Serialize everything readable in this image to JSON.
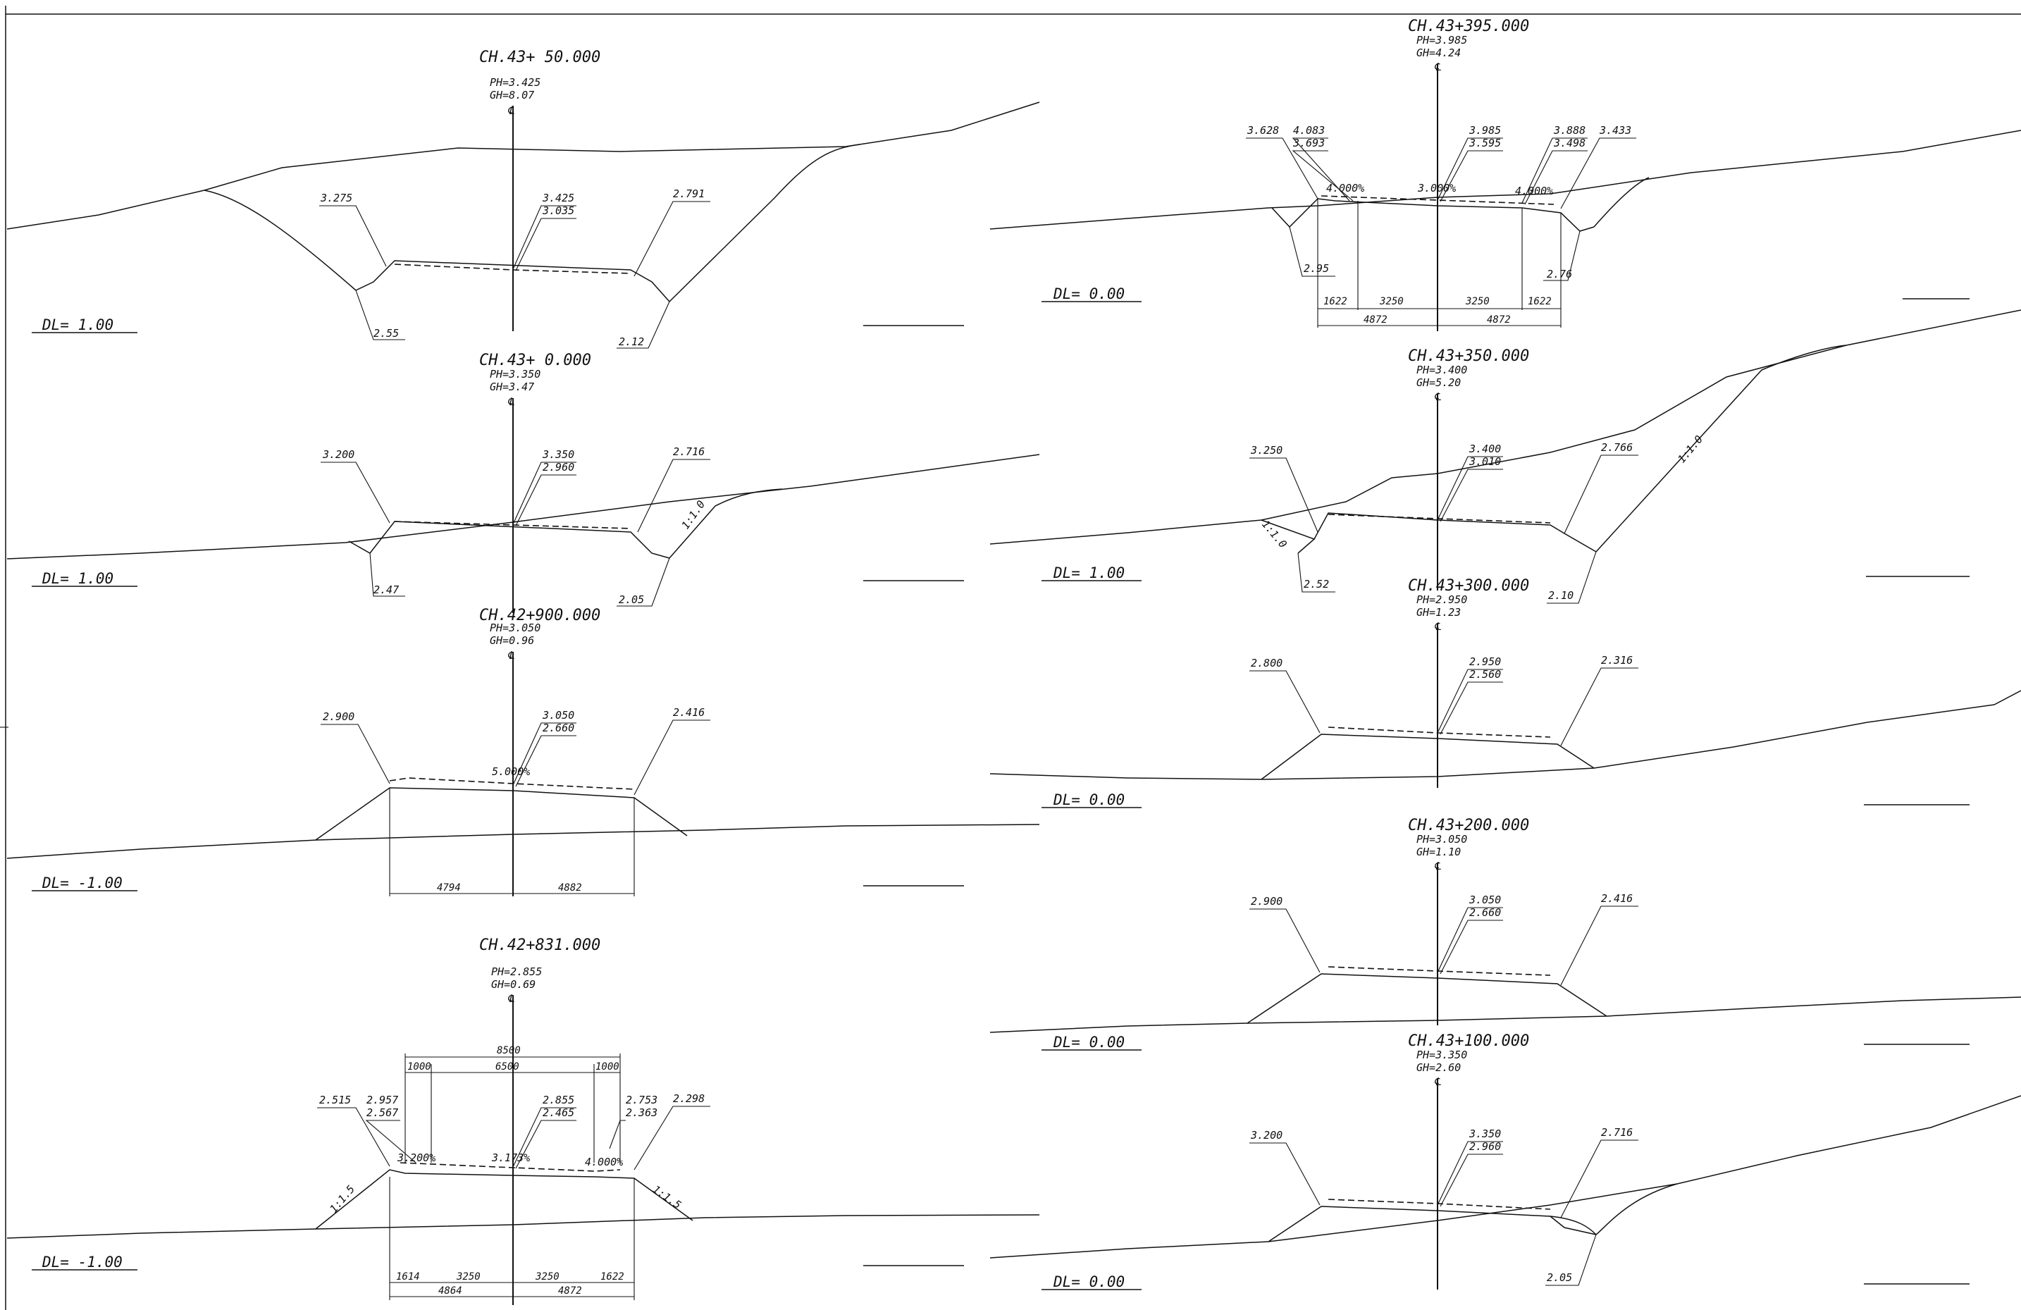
{
  "sections": [
    {
      "id": "s1",
      "title": "CH.43+ 50.000",
      "ph": "PH=3.425",
      "gh": "GH=8.07",
      "cl": "℄",
      "labels": [
        "3.275",
        "3.425",
        "3.035",
        "2.791",
        "2.55",
        "2.12"
      ],
      "dims": [],
      "slopes": [],
      "dl": "DL=  1.00"
    },
    {
      "id": "s2",
      "title": "CH.43+  0.000",
      "ph": "PH=3.350",
      "gh": "GH=3.47",
      "cl": "℄",
      "labels": [
        "3.200",
        "3.350",
        "2.960",
        "2.716",
        "2.47",
        "2.05"
      ],
      "dims": [],
      "slopes": [
        "1:1.0"
      ],
      "dl": "DL=  1.00"
    },
    {
      "id": "s3",
      "title": "CH.42+900.000",
      "ph": "PH=3.050",
      "gh": "GH=0.96",
      "cl": "℄",
      "labels": [
        "2.900",
        "3.050",
        "2.660",
        "2.416",
        "5.000%"
      ],
      "dims": [
        "4794",
        "4882"
      ],
      "slopes": [],
      "dl": "DL= -1.00"
    },
    {
      "id": "s4",
      "title": "CH.42+831.000",
      "ph": "PH=2.855",
      "gh": "GH=0.69",
      "cl": "℄",
      "labels": [
        "2.515",
        "2.957",
        "2.567",
        "2.855",
        "2.465",
        "2.753",
        "2.363",
        "2.298",
        "3.200%",
        "3.173%",
        "4.000%"
      ],
      "dims": [
        "8500",
        "1000",
        "6500",
        "1000",
        "1614",
        "3250",
        "3250",
        "1622",
        "4864",
        "4872"
      ],
      "slopes": [
        "1:1.5",
        "1:1.5"
      ],
      "dl": "DL= -1.00"
    },
    {
      "id": "s5",
      "title": "CH.43+395.000",
      "ph": "PH=3.985",
      "gh": "GH=4.24",
      "cl": "℄",
      "labels": [
        "3.628",
        "4.083",
        "3.693",
        "3.985",
        "3.595",
        "3.888",
        "3.498",
        "3.433",
        "4.000%",
        "3.000%",
        "4.000%",
        "2.95",
        "2.76"
      ],
      "dims": [
        "1622",
        "3250",
        "3250",
        "1622",
        "4872",
        "4872"
      ],
      "slopes": [],
      "dl": "DL=  0.00"
    },
    {
      "id": "s6",
      "title": "CH.43+350.000",
      "ph": "PH=3.400",
      "gh": "GH=5.20",
      "cl": "℄",
      "labels": [
        "3.250",
        "3.400",
        "3.010",
        "2.766",
        "2.52",
        "2.10"
      ],
      "dims": [],
      "slopes": [
        "1:1.0",
        "1:1.0"
      ],
      "dl": "DL=  1.00"
    },
    {
      "id": "s7",
      "title": "CH.43+300.000",
      "ph": "PH=2.950",
      "gh": "GH=1.23",
      "cl": "℄",
      "labels": [
        "2.800",
        "2.950",
        "2.560",
        "2.316"
      ],
      "dims": [],
      "slopes": [],
      "dl": "DL=  0.00"
    },
    {
      "id": "s8",
      "title": "CH.43+200.000",
      "ph": "PH=3.050",
      "gh": "GH=1.10",
      "cl": "℄",
      "labels": [
        "2.900",
        "3.050",
        "2.660",
        "2.416"
      ],
      "dims": [],
      "slopes": [],
      "dl": "DL=  0.00"
    },
    {
      "id": "s9",
      "title": "CH.43+100.000",
      "ph": "PH=3.350",
      "gh": "GH=2.60",
      "cl": "℄",
      "labels": [
        "3.200",
        "3.350",
        "2.960",
        "2.716",
        "2.05"
      ],
      "dims": [],
      "slopes": [],
      "dl": "DL=  0.00"
    }
  ]
}
